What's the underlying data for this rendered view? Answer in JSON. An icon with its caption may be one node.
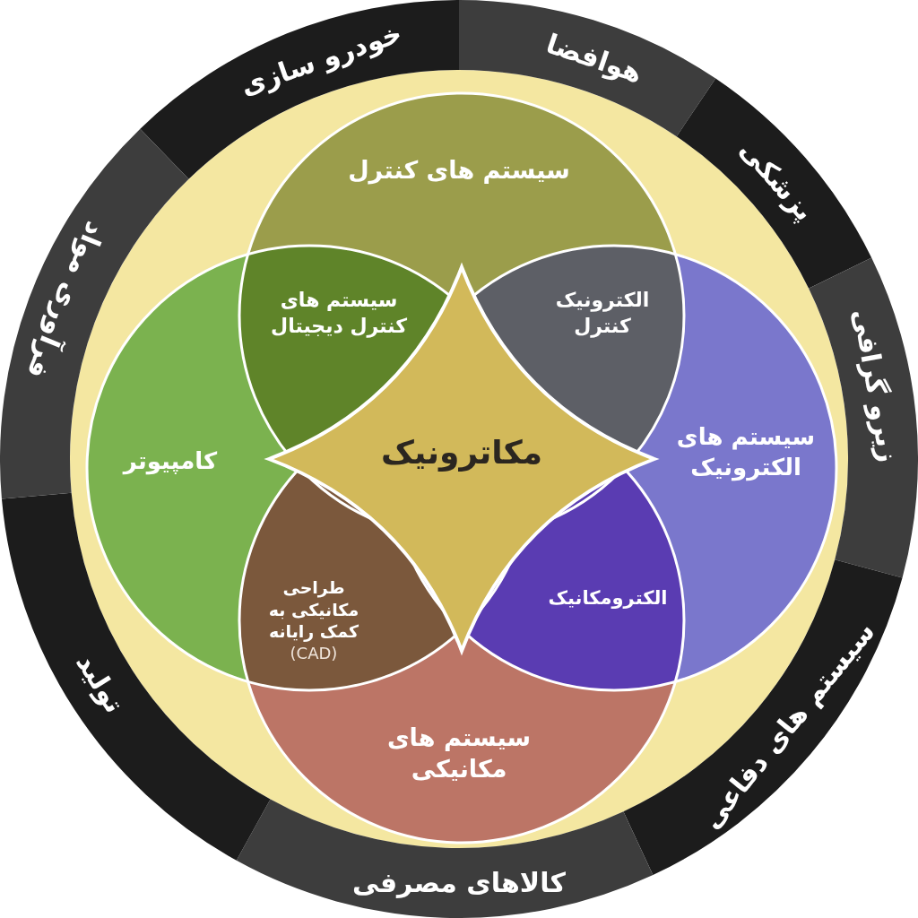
{
  "diagram": {
    "nodes": [
      {
        "text": [
          "خودرو سازی"
        ]
      },
      {
        "text": [
          "هوافضا"
        ]
      },
      {
        "text": [
          "پزشکی"
        ]
      },
      {
        "text": [
          "زیرو گرافی"
        ]
      },
      {
        "text": [
          "سیستم های دفاعی"
        ]
      },
      {
        "text": [
          "کالاهای مصرفی"
        ]
      },
      {
        "text": [
          "تولید"
        ]
      },
      {
        "text": [
          "فرآوری مواد"
        ]
      },
      {
        "text": [
          "سیستم های کنترل"
        ]
      },
      {
        "text": [
          "کامپیوتر"
        ]
      },
      {
        "text": [
          "سیستم های الکترونیک"
        ]
      },
      {
        "text": [
          "سیستم های مکانیکی"
        ]
      },
      {
        "text": [
          "سیستم های کنترل دیجیتال"
        ]
      },
      {
        "text": [
          "الکترونیک کنترل"
        ]
      },
      {
        "text": [
          "طراحی مکانیکی به کمک رایانه",
          "(CAD)"
        ]
      },
      {
        "text": [
          "الکترومکانیک"
        ]
      },
      {
        "text": [
          "مکاترونیک"
        ]
      }
    ]
  }
}
